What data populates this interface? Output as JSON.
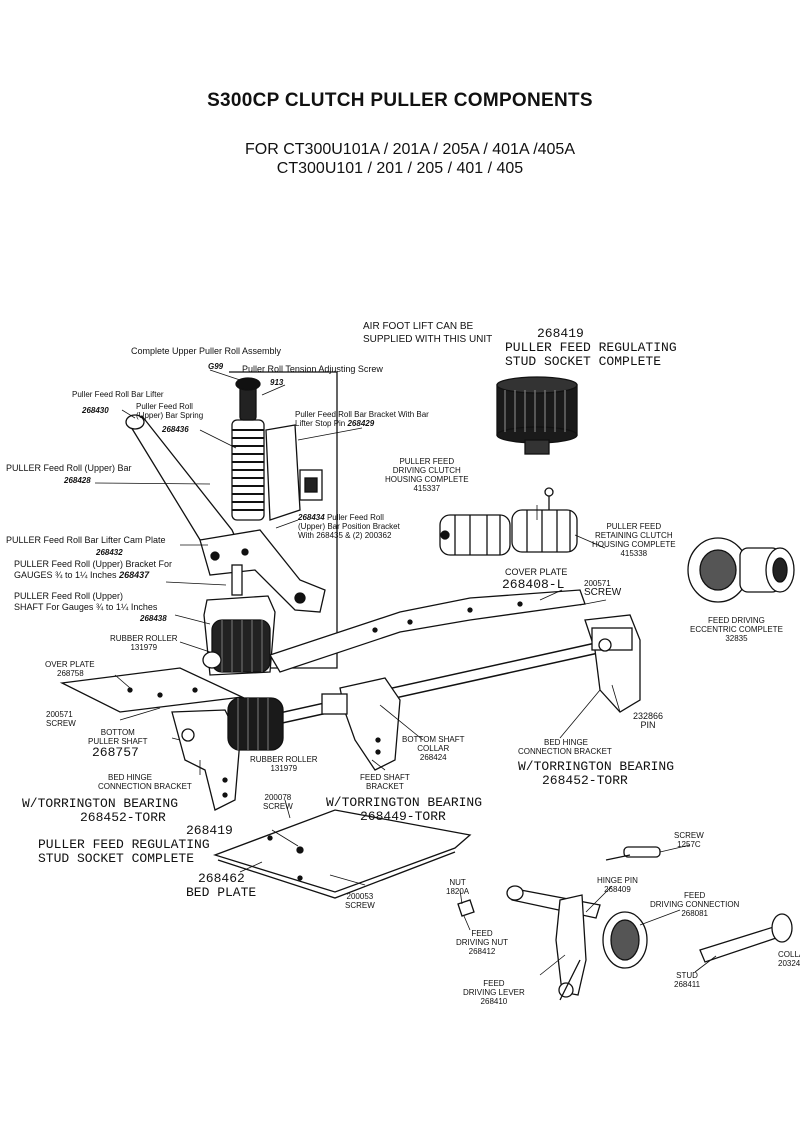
{
  "title": "S300CP CLUTCH PULLER COMPONENTS",
  "subtitle_line1": "FOR CT300U101A / 201A / 205A / 401A /405A",
  "subtitle_line2": "CT300U101 / 201 / 205 / 401 / 405",
  "labels": {
    "air_foot_1": "AIR FOOT LIFT CAN BE",
    "air_foot_2": "SUPPLIED WITH THIS UNIT",
    "psr_top_num": "268419",
    "psr_top_1": "PULLER FEED REGULATING",
    "psr_top_2": "STUD SOCKET COMPLETE",
    "upper_assy": "Complete Upper Puller Roll Assembly",
    "upper_assy_num": "G99",
    "tension_screw": "Puller Roll Tension Adjusting Screw",
    "tension_num": "913",
    "bar_lifter": "Puller Feed Roll Bar Lifter",
    "bar_lifter_num": "268430",
    "spring_1": "Puller Feed Roll",
    "spring_2": "(Upper) Bar Spring",
    "spring_num": "268436",
    "bracket_lifter_1": "Puller Feed Roll Bar Bracket With Bar",
    "bracket_lifter_2": "Lifter Stop Pin",
    "bracket_lifter_num": "268429",
    "upper_bar": "PULLER Feed Roll (Upper) Bar",
    "upper_bar_num": "268428",
    "clutch_housing_1": "PULLER FEED",
    "clutch_housing_2": "DRIVING CLUTCH",
    "clutch_housing_3": "HOUSING COMPLETE",
    "clutch_housing_num": "415337",
    "bar_pos_num": "268434",
    "bar_pos_1": "Puller Feed Roll",
    "bar_pos_2": "(Upper) Bar Position Bracket",
    "bar_pos_3": "With 268435 & (2) 200362",
    "retaining_1": "PULLER FEED",
    "retaining_2": "RETAINING CLUTCH",
    "retaining_3": "HOUSING COMPLETE",
    "retaining_num": "415338",
    "cam_plate": "PULLER Feed Roll Bar Lifter Cam Plate",
    "cam_plate_num": "268432",
    "bracket_gauges_1": "PULLER Feed Roll (Upper) Bracket For",
    "bracket_gauges_2": "GAUGES ¾ to 1¼ Inches",
    "bracket_gauges_num": "268437",
    "cover_plate_r": "COVER PLATE",
    "cover_plate_r_num": "268408-L",
    "screw_200571_r": "200571",
    "screw_word_r": "SCREW",
    "shaft_1": "PULLER Feed Roll (Upper)",
    "shaft_2": "SHAFT For Gauges ¾ to 1¼ Inches",
    "shaft_num": "268438",
    "eccentric_1": "FEED DRIVING",
    "eccentric_2": "ECCENTRIC COMPLETE",
    "eccentric_num": "32835",
    "rubber_roller_top": "RUBBER ROLLER",
    "rubber_roller_top_num": "131979",
    "over_plate": "OVER PLATE",
    "over_plate_num": "268758",
    "screw_200571_l": "200571",
    "screw_word_l": "SCREW",
    "pin_num": "232866",
    "pin_word": "PIN",
    "bottom_shaft_1": "BOTTOM",
    "bottom_shaft_2": "PULLER SHAFT",
    "bottom_shaft_num": "268757",
    "bottom_collar_1": "BOTTOM SHAFT",
    "bottom_collar_2": "COLLAR",
    "bottom_collar_num": "268424",
    "bed_hinge_r_1": "BED HINGE",
    "bed_hinge_r_2": "CONNECTION BRACKET",
    "bed_hinge_r_3": "W/TORRINGTON BEARING",
    "bed_hinge_r_num": "268452-TORR",
    "bed_hinge_l_1": "BED HINGE",
    "bed_hinge_l_2": "CONNECTION BRACKET",
    "bed_hinge_l_3": "W/TORRINGTON BEARING",
    "bed_hinge_l_num": "268452-TORR",
    "rubber_roller_bot": "RUBBER ROLLER",
    "rubber_roller_bot_num": "131979",
    "feed_shaft_1": "FEED SHAFT",
    "feed_shaft_2": "BRACKET",
    "feed_shaft_3": "W/TORRINGTON BEARING",
    "feed_shaft_num": "268449-TORR",
    "screw_200078": "200078",
    "screw_200078_w": "SCREW",
    "psr_bot_num": "268419",
    "psr_bot_1": "PULLER FEED REGULATING",
    "psr_bot_2": "STUD SOCKET COMPLETE",
    "bed_plate_num": "268462",
    "bed_plate": "BED PLATE",
    "screw_200053": "200053",
    "screw_200053_w": "SCREW",
    "screw_1257c_w": "SCREW",
    "screw_1257c": "1257C",
    "nut_w": "NUT",
    "nut_num": "1820A",
    "hinge_pin_1": "HINGE PIN",
    "hinge_pin_num": "268409",
    "feed_conn_1": "FEED",
    "feed_conn_2": "DRIVING CONNECTION",
    "feed_conn_num": "268081",
    "feed_nut_1": "FEED",
    "feed_nut_2": "DRIVING NUT",
    "feed_nut_num": "268412",
    "collar_r_1": "COLLA",
    "collar_r_num": "20324",
    "stud_w": "STUD",
    "stud_num": "268411",
    "feed_lever_1": "FEED",
    "feed_lever_2": "DRIVING LEVER",
    "feed_lever_num": "268410"
  }
}
